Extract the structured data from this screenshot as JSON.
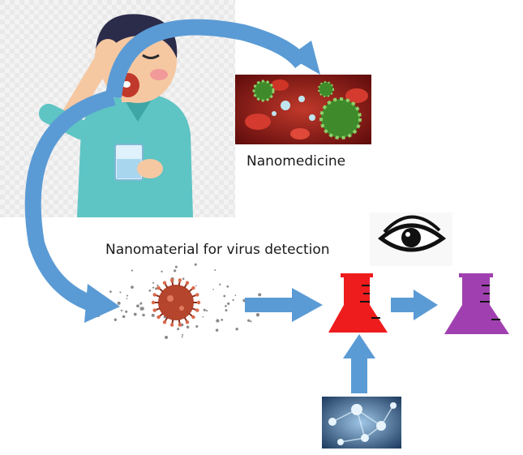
{
  "labels": {
    "nanomedicine": "Nanomedicine",
    "virus_detection": "Nanomaterial for virus detection"
  },
  "colors": {
    "arrow": "#5b9bd5",
    "flask_before": "#ee1c1c",
    "flask_after": "#a040b0",
    "flask_marks": "#111111",
    "blood_bg": "#8a1414",
    "virus_red": "#b5452c",
    "virus_green": "#3f8a2a",
    "skin": "#f6c8a2",
    "shirt": "#5ec4c4",
    "hair": "#2b2b4a"
  },
  "icons": {
    "person": "person-drinking-icon",
    "nanomedicine_image": "blood-virus-image",
    "virus": "virus-icon",
    "eye": "eye-icon",
    "flask_before": "flask-icon",
    "flask_after": "flask-icon",
    "nanomaterial_image": "nanomaterial-network-image"
  }
}
